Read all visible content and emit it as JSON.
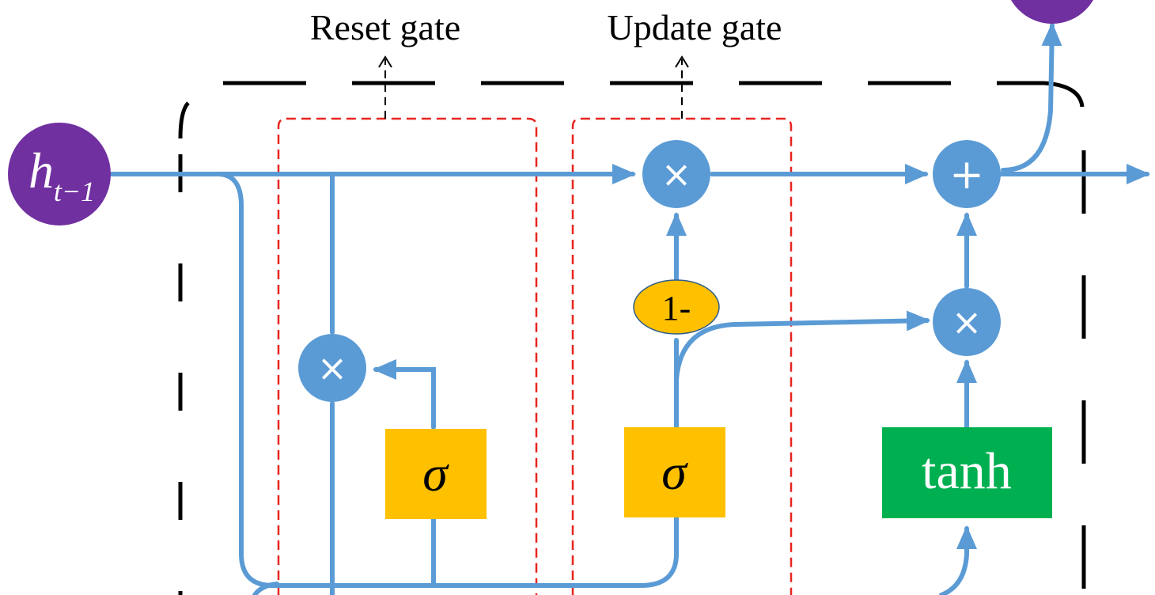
{
  "labels": {
    "reset_gate": "Reset gate",
    "update_gate": "Update gate",
    "h_prev_base": "h",
    "h_prev_sub": "t−1",
    "one_minus": "1-",
    "sigma": "σ",
    "tanh": "tanh",
    "multiply": "×",
    "add": "+"
  },
  "colors": {
    "line_blue": "#5B9BD5",
    "state_purple": "#7030A0",
    "gate_yellow": "#FFC000",
    "tanh_green": "#00B050",
    "gate_outline_red": "#E8251F",
    "frame_black": "#000000"
  }
}
